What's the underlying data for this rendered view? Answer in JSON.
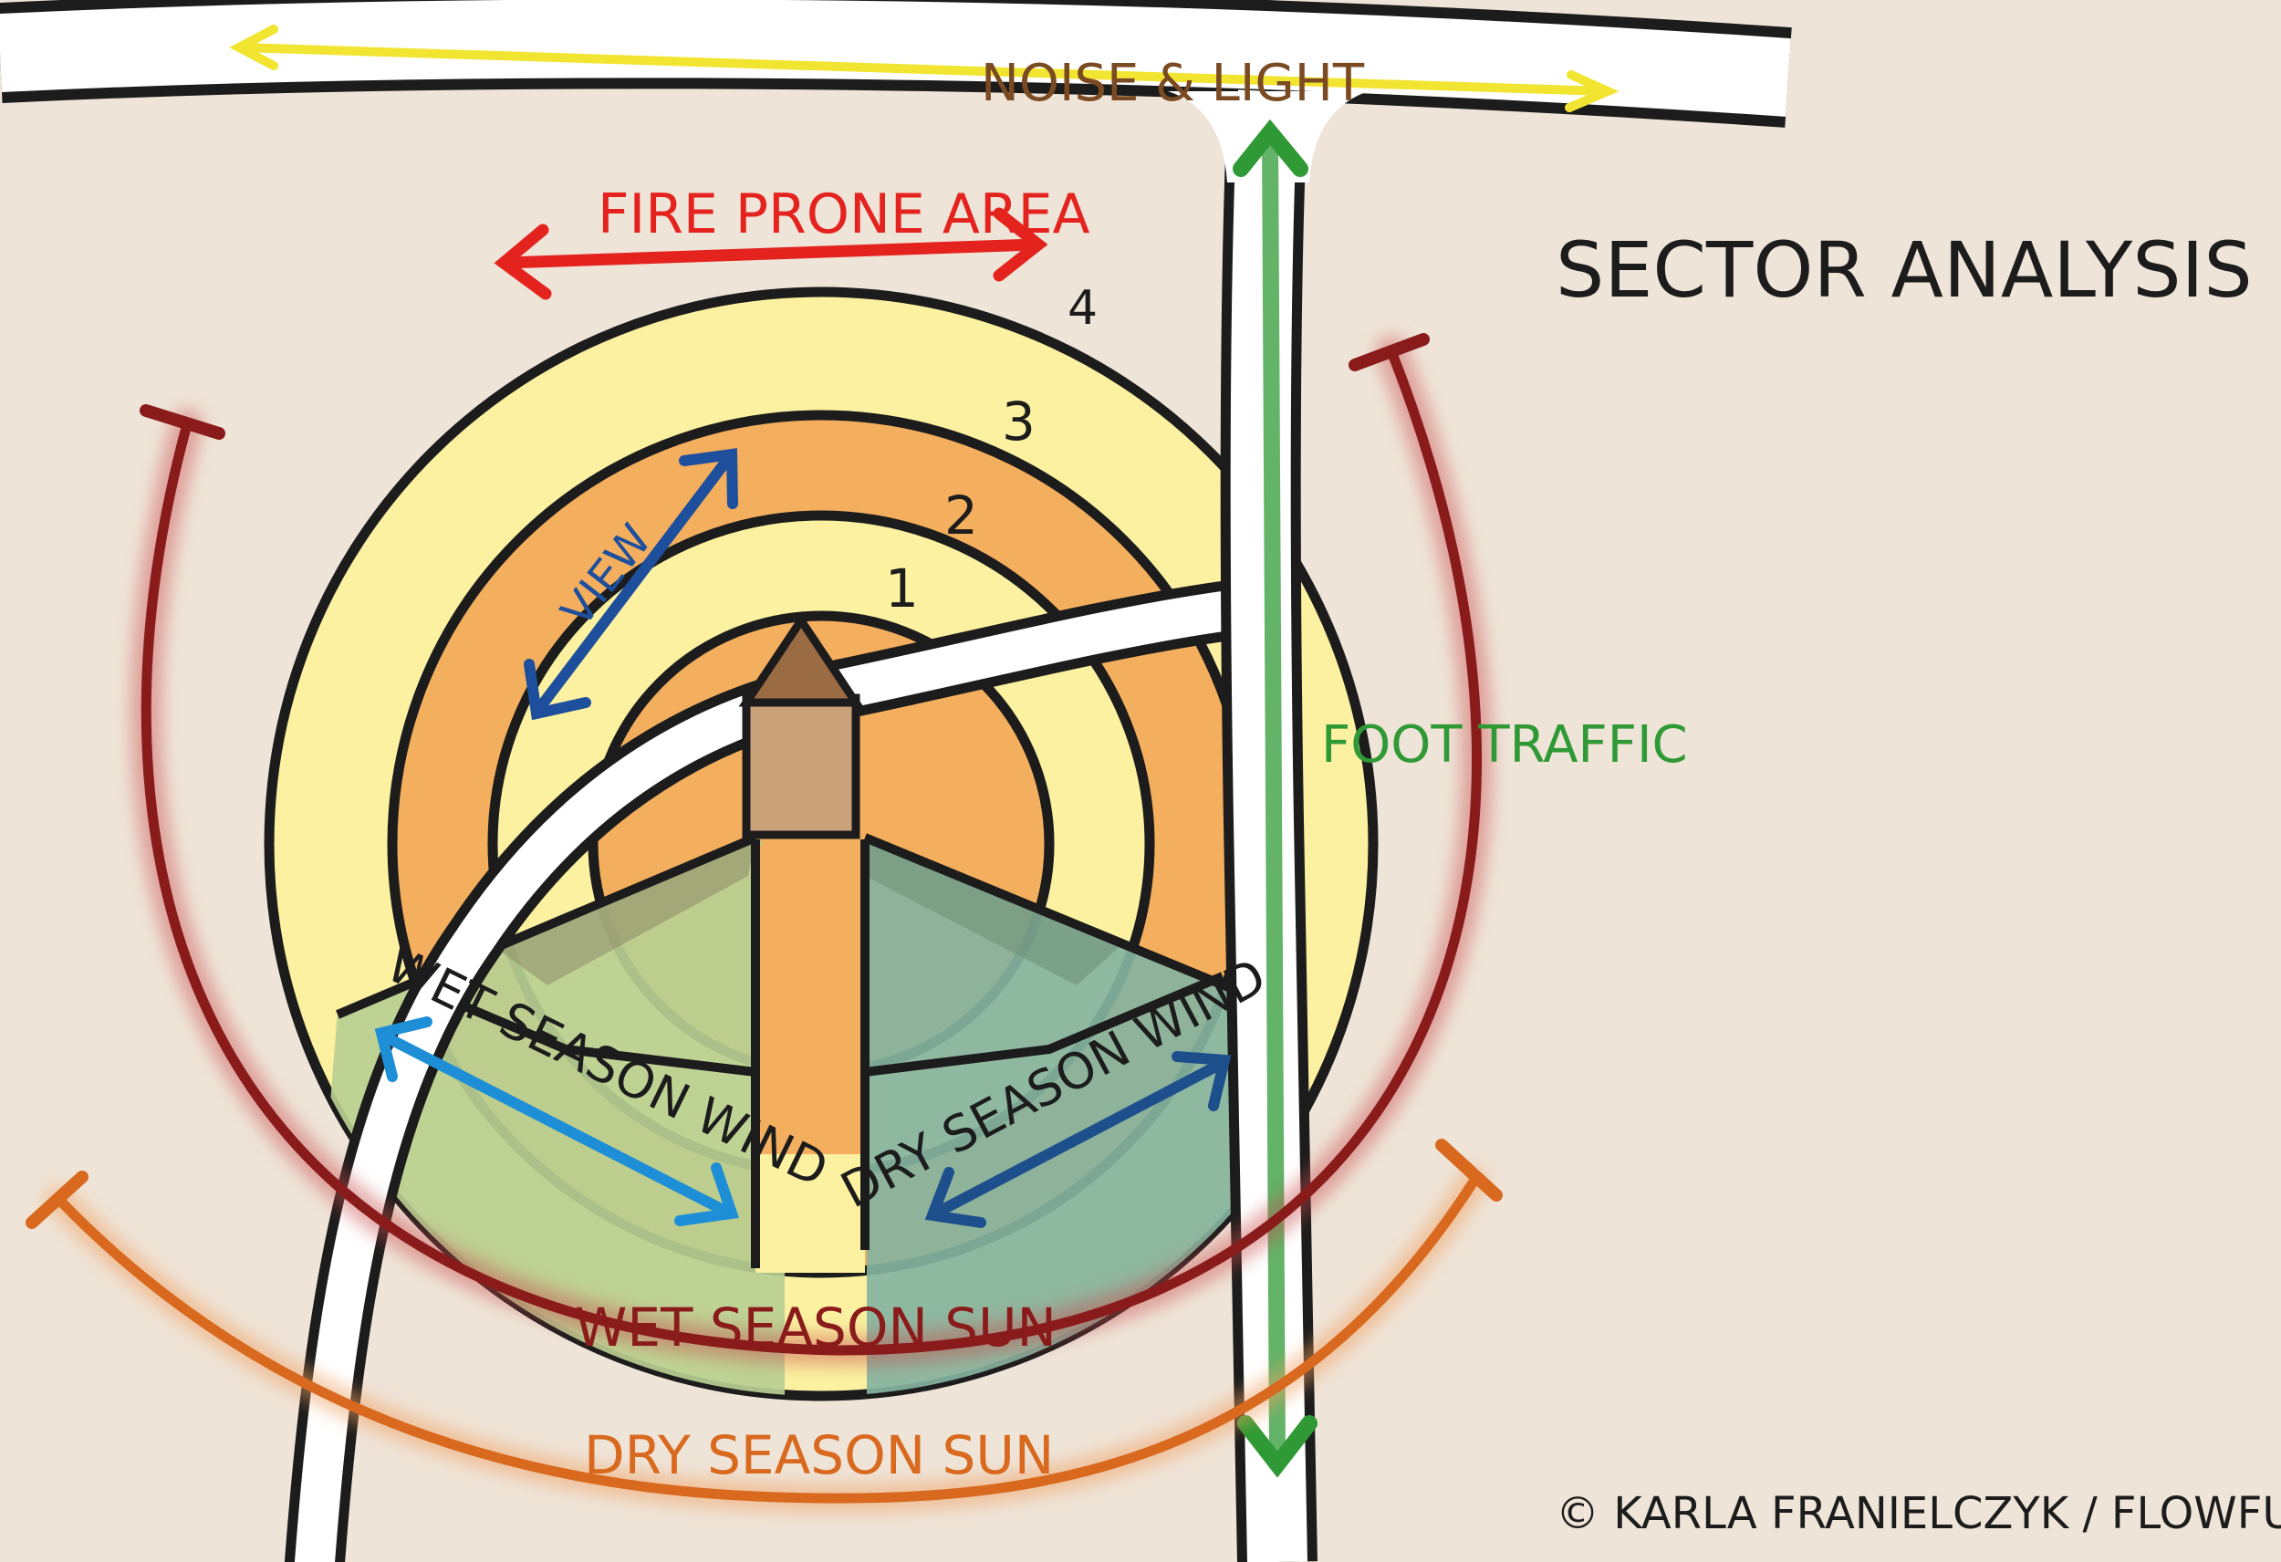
{
  "title": "SECTOR ANALYSIS",
  "copyright": "© KARLA FRANIELCZYK / FLOWFUL",
  "zones": [
    "1",
    "2",
    "3",
    "4"
  ],
  "sectors": {
    "noise_light": "NOISE & LIGHT",
    "fire_prone": "FIRE PRONE AREA",
    "view": "VIEW",
    "foot_traffic": "FOOT TRAFFIC",
    "wet_wind": "WET SEASON WIND",
    "dry_wind": "DRY SEASON WIND",
    "wet_sun": "WET SEASON SUN",
    "dry_sun": "DRY SEASON SUN"
  },
  "colors": {
    "background": "#efe4d8",
    "zone_light": "#fbf1a0",
    "zone_orange": "#f3ae5e",
    "noise_light": "#f2e531",
    "fire_prone": "#e4231f",
    "view": "#1d4f9c",
    "foot_traffic": "#2f9a35",
    "wet_wind": "#1e8fd6",
    "dry_wind": "#1d4f8c",
    "wet_sun": "#8a1b1b",
    "dry_sun": "#d8691e",
    "house_roof": "#9b6b44",
    "house_body": "#c9a27a"
  }
}
